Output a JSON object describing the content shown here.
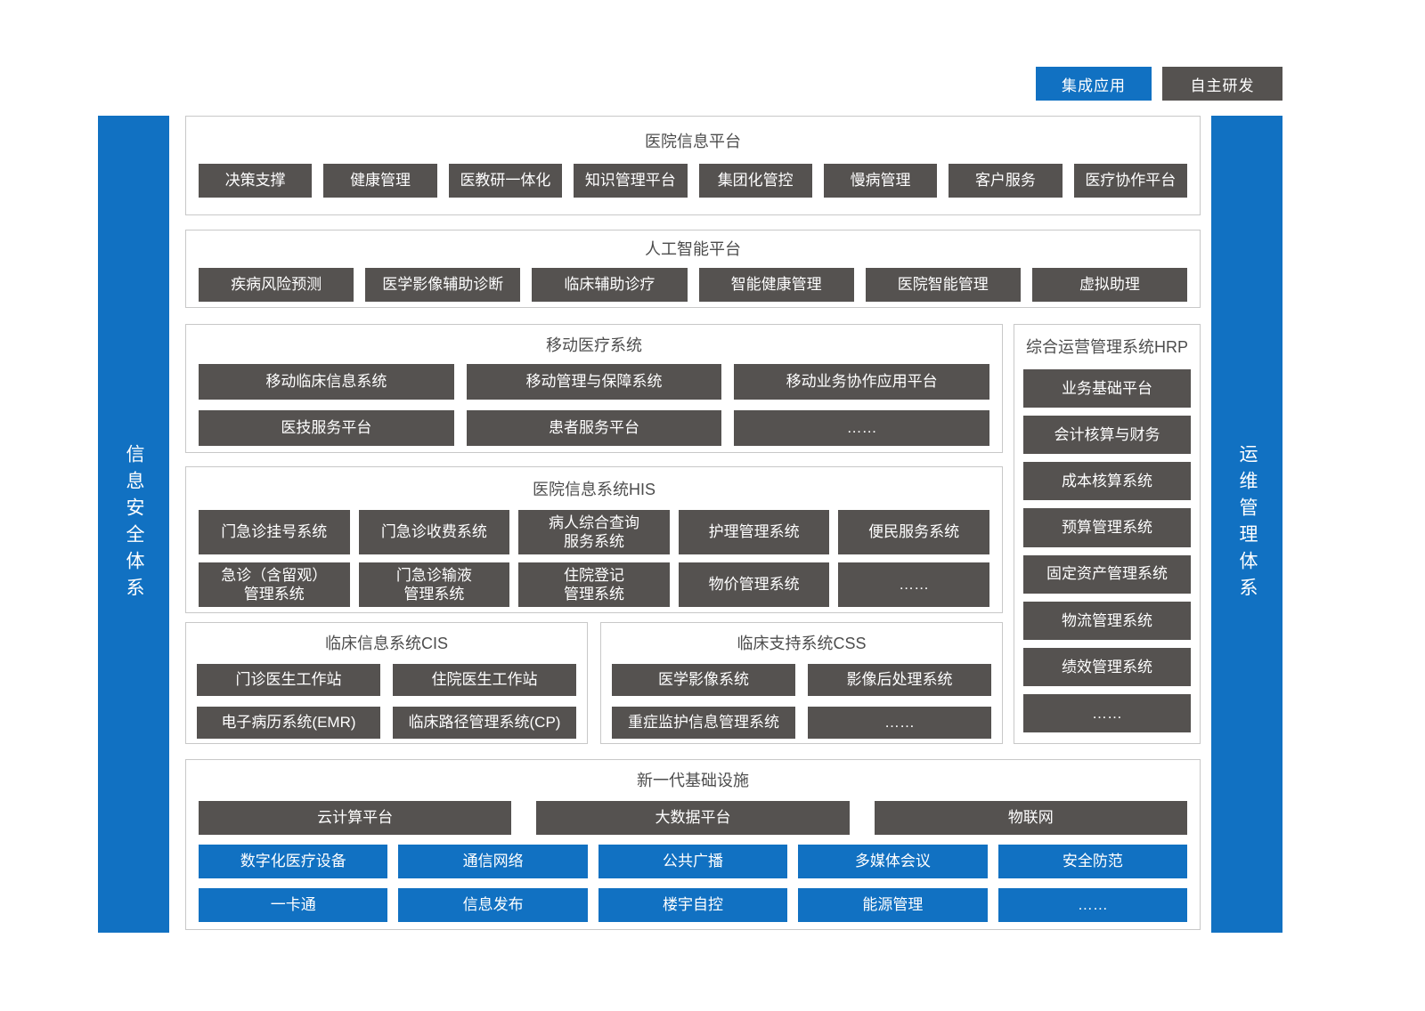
{
  "legend": {
    "integrated_label": "集成应用",
    "self_developed_label": "自主研发"
  },
  "sidebars": {
    "left_label": "信息安全体系",
    "right_label": "运维管理体系"
  },
  "colors": {
    "blue": "#1171c2",
    "dark_gray": "#555250",
    "border_gray": "#c8c8c8",
    "title_text": "#4d4d4d"
  },
  "platform": {
    "title": "医院信息平台",
    "items": [
      "决策支撑",
      "健康管理",
      "医教研一体化",
      "知识管理平台",
      "集团化管控",
      "慢病管理",
      "客户服务",
      "医疗协作平台"
    ]
  },
  "ai": {
    "title": "人工智能平台",
    "items": [
      "疾病风险预测",
      "医学影像辅助诊断",
      "临床辅助诊疗",
      "智能健康管理",
      "医院智能管理",
      "虚拟助理"
    ]
  },
  "mobile": {
    "title": "移动医疗系统",
    "row1": [
      "移动临床信息系统",
      "移动管理与保障系统",
      "移动业务协作应用平台"
    ],
    "row2": [
      "医技服务平台",
      "患者服务平台",
      "……"
    ]
  },
  "hrp": {
    "title": "综合运营管理系统HRP",
    "items": [
      "业务基础平台",
      "会计核算与财务",
      "成本核算系统",
      "预算管理系统",
      "固定资产管理系统",
      "物流管理系统",
      "绩效管理系统",
      "……"
    ]
  },
  "his": {
    "title": "医院信息系统HIS",
    "row1": [
      "门急诊挂号系统",
      "门急诊收费系统",
      "病人综合查询\n服务系统",
      "护理管理系统",
      "便民服务系统"
    ],
    "row2": [
      "急诊（含留观）\n管理系统",
      "门急诊输液\n管理系统",
      "住院登记\n管理系统",
      "物价管理系统",
      "……"
    ]
  },
  "cis": {
    "title": "临床信息系统CIS",
    "row1": [
      "门诊医生工作站",
      "住院医生工作站"
    ],
    "row2": [
      "电子病历系统(EMR)",
      "临床路径管理系统(CP)"
    ]
  },
  "css": {
    "title": "临床支持系统CSS",
    "row1": [
      "医学影像系统",
      "影像后处理系统"
    ],
    "row2": [
      "重症监护信息管理系统",
      "……"
    ]
  },
  "infrastructure": {
    "title": "新一代基础设施",
    "row1": [
      "云计算平台",
      "大数据平台",
      "物联网"
    ],
    "row2": [
      "数字化医疗设备",
      "通信网络",
      "公共广播",
      "多媒体会议",
      "安全防范"
    ],
    "row3": [
      "一卡通",
      "信息发布",
      "楼宇自控",
      "能源管理",
      "……"
    ]
  }
}
